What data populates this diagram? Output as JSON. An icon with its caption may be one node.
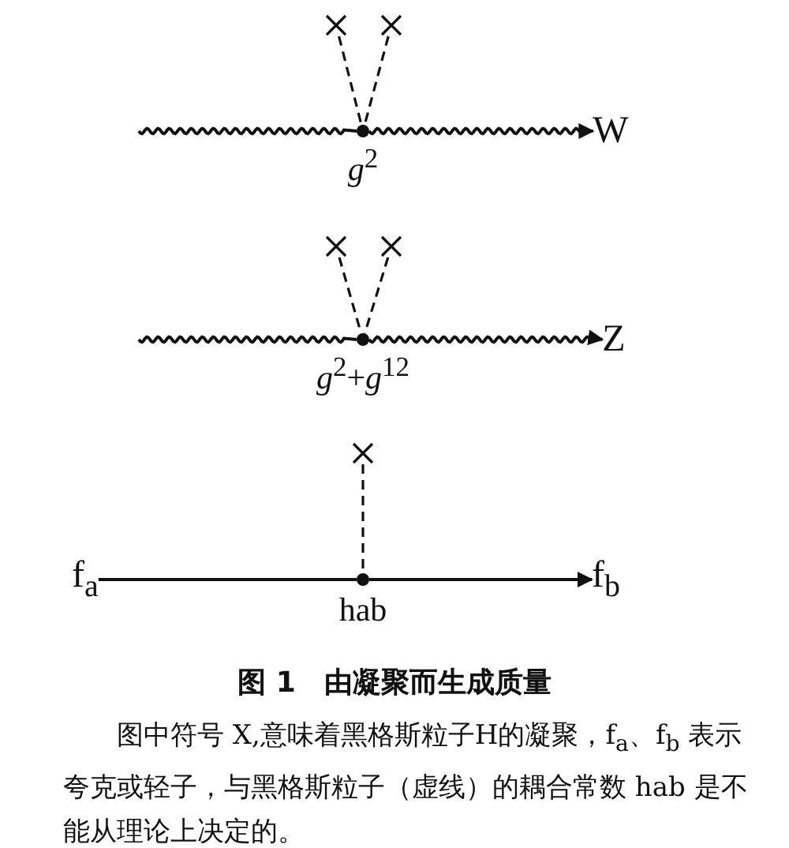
{
  "diagram": {
    "title": "图 1　由凝聚而生成质量",
    "caption": "图中符号 X,意味着黑格斯粒子H的凝聚，f$_{a}$、f$_{b}$ 表示夸克或轻子，与黑格斯粒子（虚线）的耦合常数 hab 是不能从理论上决定的。",
    "nodes": [
      {
        "text": [],
        "shape": "cross"
      },
      {
        "text": [],
        "shape": "cross"
      },
      {
        "text": [],
        "shape": "circle",
        "beside": [
          "*g*$^{2}$"
        ]
      },
      {
        "text": [
          "W"
        ]
      },
      {
        "text": [],
        "shape": "cross"
      },
      {
        "text": [],
        "shape": "cross"
      },
      {
        "text": [],
        "shape": "circle",
        "beside": [
          "*g*$^{2}$+*g*$^{12}$"
        ]
      },
      {
        "text": [
          "Z"
        ]
      },
      {
        "text": [],
        "shape": "cross"
      },
      {
        "text": [
          "f$_{a}$"
        ]
      },
      {
        "text": [],
        "shape": "circle",
        "beside": [
          "hab"
        ]
      },
      {
        "text": [
          "f$_{b}$"
        ]
      }
    ],
    "edges": [
      {
        "from": 0,
        "to": 2,
        "arrow": "none",
        "style": "dashed"
      },
      {
        "from": 1,
        "to": 2,
        "arrow": "none",
        "style": "dashed"
      },
      {
        "from": null,
        "to": 2,
        "arrow": "none"
      },
      {
        "from": 2,
        "to": 3,
        "arrow": "to"
      },
      {
        "from": 4,
        "to": 6,
        "arrow": "none",
        "style": "dashed"
      },
      {
        "from": 5,
        "to": 6,
        "arrow": "none",
        "style": "dashed"
      },
      {
        "from": null,
        "to": 6,
        "arrow": "none"
      },
      {
        "from": 6,
        "to": 7,
        "arrow": "to"
      },
      {
        "from": 8,
        "to": 10,
        "arrow": "none",
        "style": "dashed"
      },
      {
        "from": 9,
        "to": 10,
        "arrow": "none"
      },
      {
        "from": 10,
        "to": 11,
        "arrow": "to"
      }
    ]
  }
}
